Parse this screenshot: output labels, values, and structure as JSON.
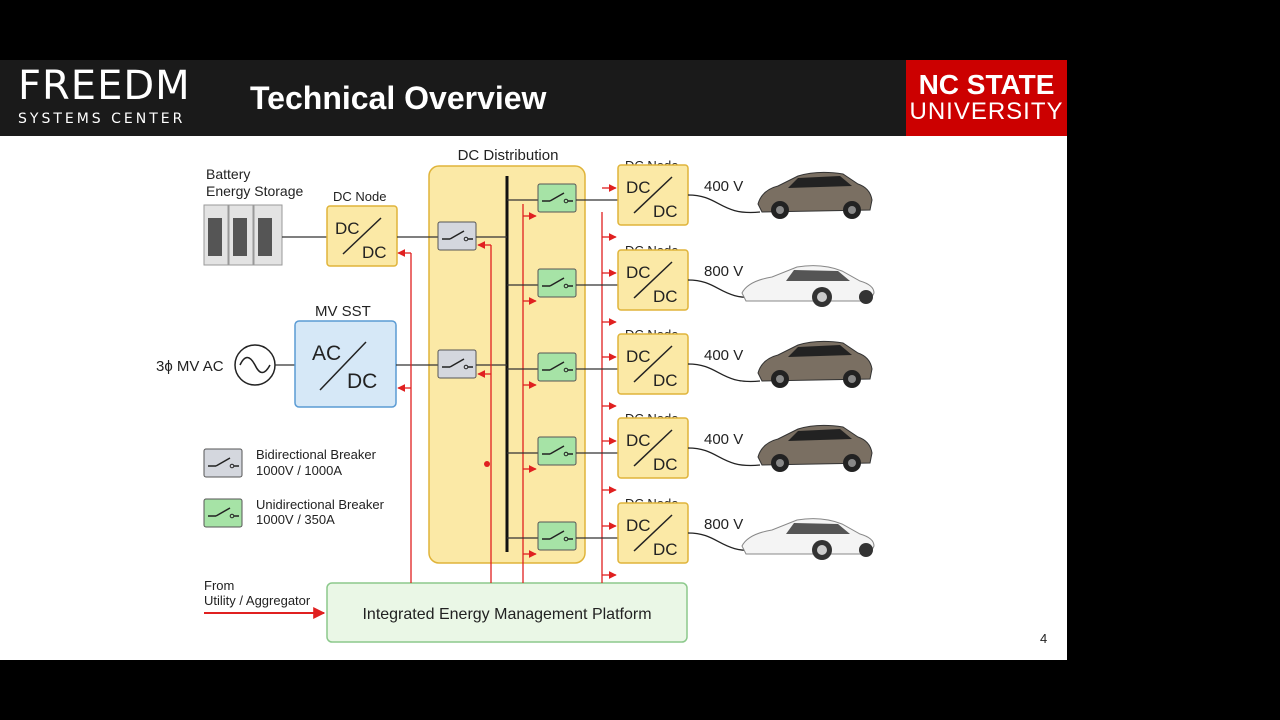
{
  "header": {
    "logo_main": "FREEDM",
    "logo_sub": "SYSTEMS CENTER",
    "title": "Technical Overview",
    "university_line1": "NC STATE",
    "university_line2": "UNIVERSITY"
  },
  "diagram": {
    "battery_label_line1": "Battery",
    "battery_label_line2": "Energy Storage",
    "battery_node_label": "DC Node",
    "dc_distribution_label": "DC Distribution",
    "mv_sst_label": "MV SST",
    "mv_ac_label": "3ϕ MV AC",
    "ac_text": "AC",
    "dc_text": "DC",
    "legend": {
      "bidirectional_line1": "Bidirectional Breaker",
      "bidirectional_line2": "1000V / 1000A",
      "unidirectional_line1": "Unidirectional Breaker",
      "unidirectional_line2": "1000V / 350A"
    },
    "utility_line1": "From",
    "utility_line2": "Utility / Aggregator",
    "platform_label": "Integrated Energy Management Platform",
    "charger_nodes": [
      {
        "label": "DC Node",
        "voltage": "400 V"
      },
      {
        "label": "DC Node",
        "voltage": "800 V"
      },
      {
        "label": "DC Node",
        "voltage": "400 V"
      },
      {
        "label": "DC Node",
        "voltage": "400 V"
      },
      {
        "label": "DC Node",
        "voltage": "800 V"
      }
    ]
  },
  "page_number": "4",
  "colors": {
    "header_bg": "#1a1a1a",
    "ncsu_red": "#cc0000",
    "node_fill": "#fbe9a6",
    "node_stroke": "#e0b43a",
    "sst_fill": "#d6e8f7",
    "sst_stroke": "#5a9bd4",
    "uni_breaker": "#a6e3a6",
    "bi_breaker": "#d4d7de",
    "platform_fill": "#eaf7e6",
    "control_red": "#e02020"
  }
}
